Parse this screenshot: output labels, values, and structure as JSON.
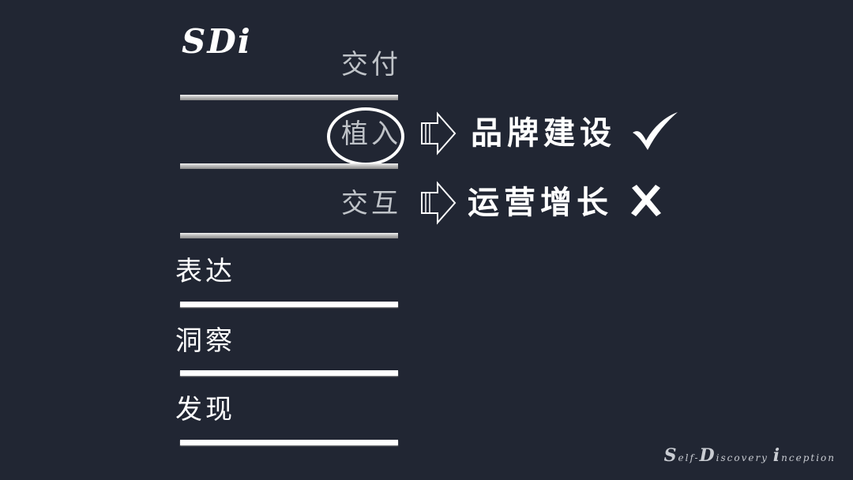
{
  "logo": "SDi",
  "steps": [
    {
      "label": "交付"
    },
    {
      "label": "植入"
    },
    {
      "label": "交互"
    },
    {
      "label": "表达"
    },
    {
      "label": "洞察"
    },
    {
      "label": "发现"
    }
  ],
  "outcomes": [
    {
      "label": "品牌建设",
      "mark": "check-icon"
    },
    {
      "label": "运营增长",
      "mark": "cross-icon"
    }
  ],
  "footer": {
    "s": "S",
    "s_rest": "elf-",
    "d": "D",
    "d_rest": "iscovery ",
    "i": "i",
    "i_rest": "nception"
  },
  "colors": {
    "background": "#212633",
    "dim_text": "#bfc3c8",
    "bright_text": "#ffffff"
  }
}
